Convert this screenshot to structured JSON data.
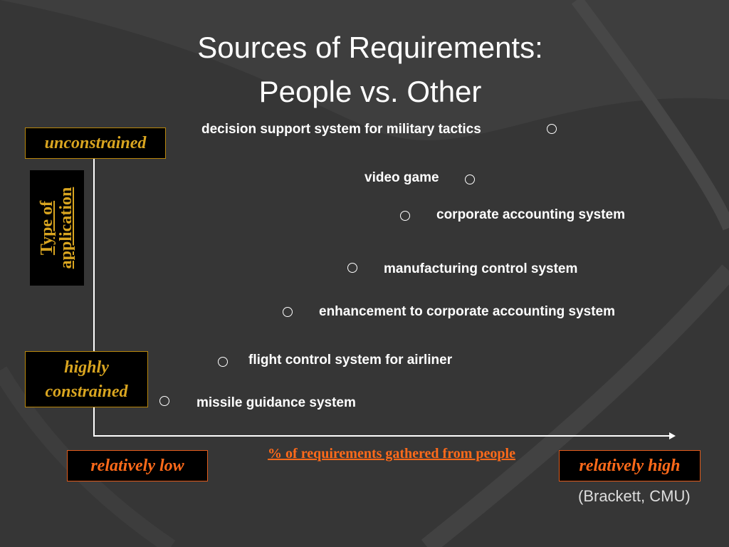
{
  "title_line1": "Sources of Requirements:",
  "title_line2": "People vs. Other",
  "y_axis": {
    "label": "Type of application",
    "top_label": "unconstrained",
    "bottom_label_line1": "highly",
    "bottom_label_line2": "constrained"
  },
  "x_axis": {
    "label": "% of requirements gathered from people",
    "left_label": "relatively low",
    "right_label": "relatively high"
  },
  "items": [
    {
      "label": "decision support system for military tactics"
    },
    {
      "label": "video game"
    },
    {
      "label": "corporate accounting system"
    },
    {
      "label": "manufacturing control system"
    },
    {
      "label": "enhancement to corporate accounting system"
    },
    {
      "label": "flight control system for airliner"
    },
    {
      "label": "missile guidance system"
    }
  ],
  "credit": "(Brackett, CMU)",
  "colors": {
    "background": "#363636",
    "gold": "#d9a520",
    "orange": "#ff6a1a"
  }
}
